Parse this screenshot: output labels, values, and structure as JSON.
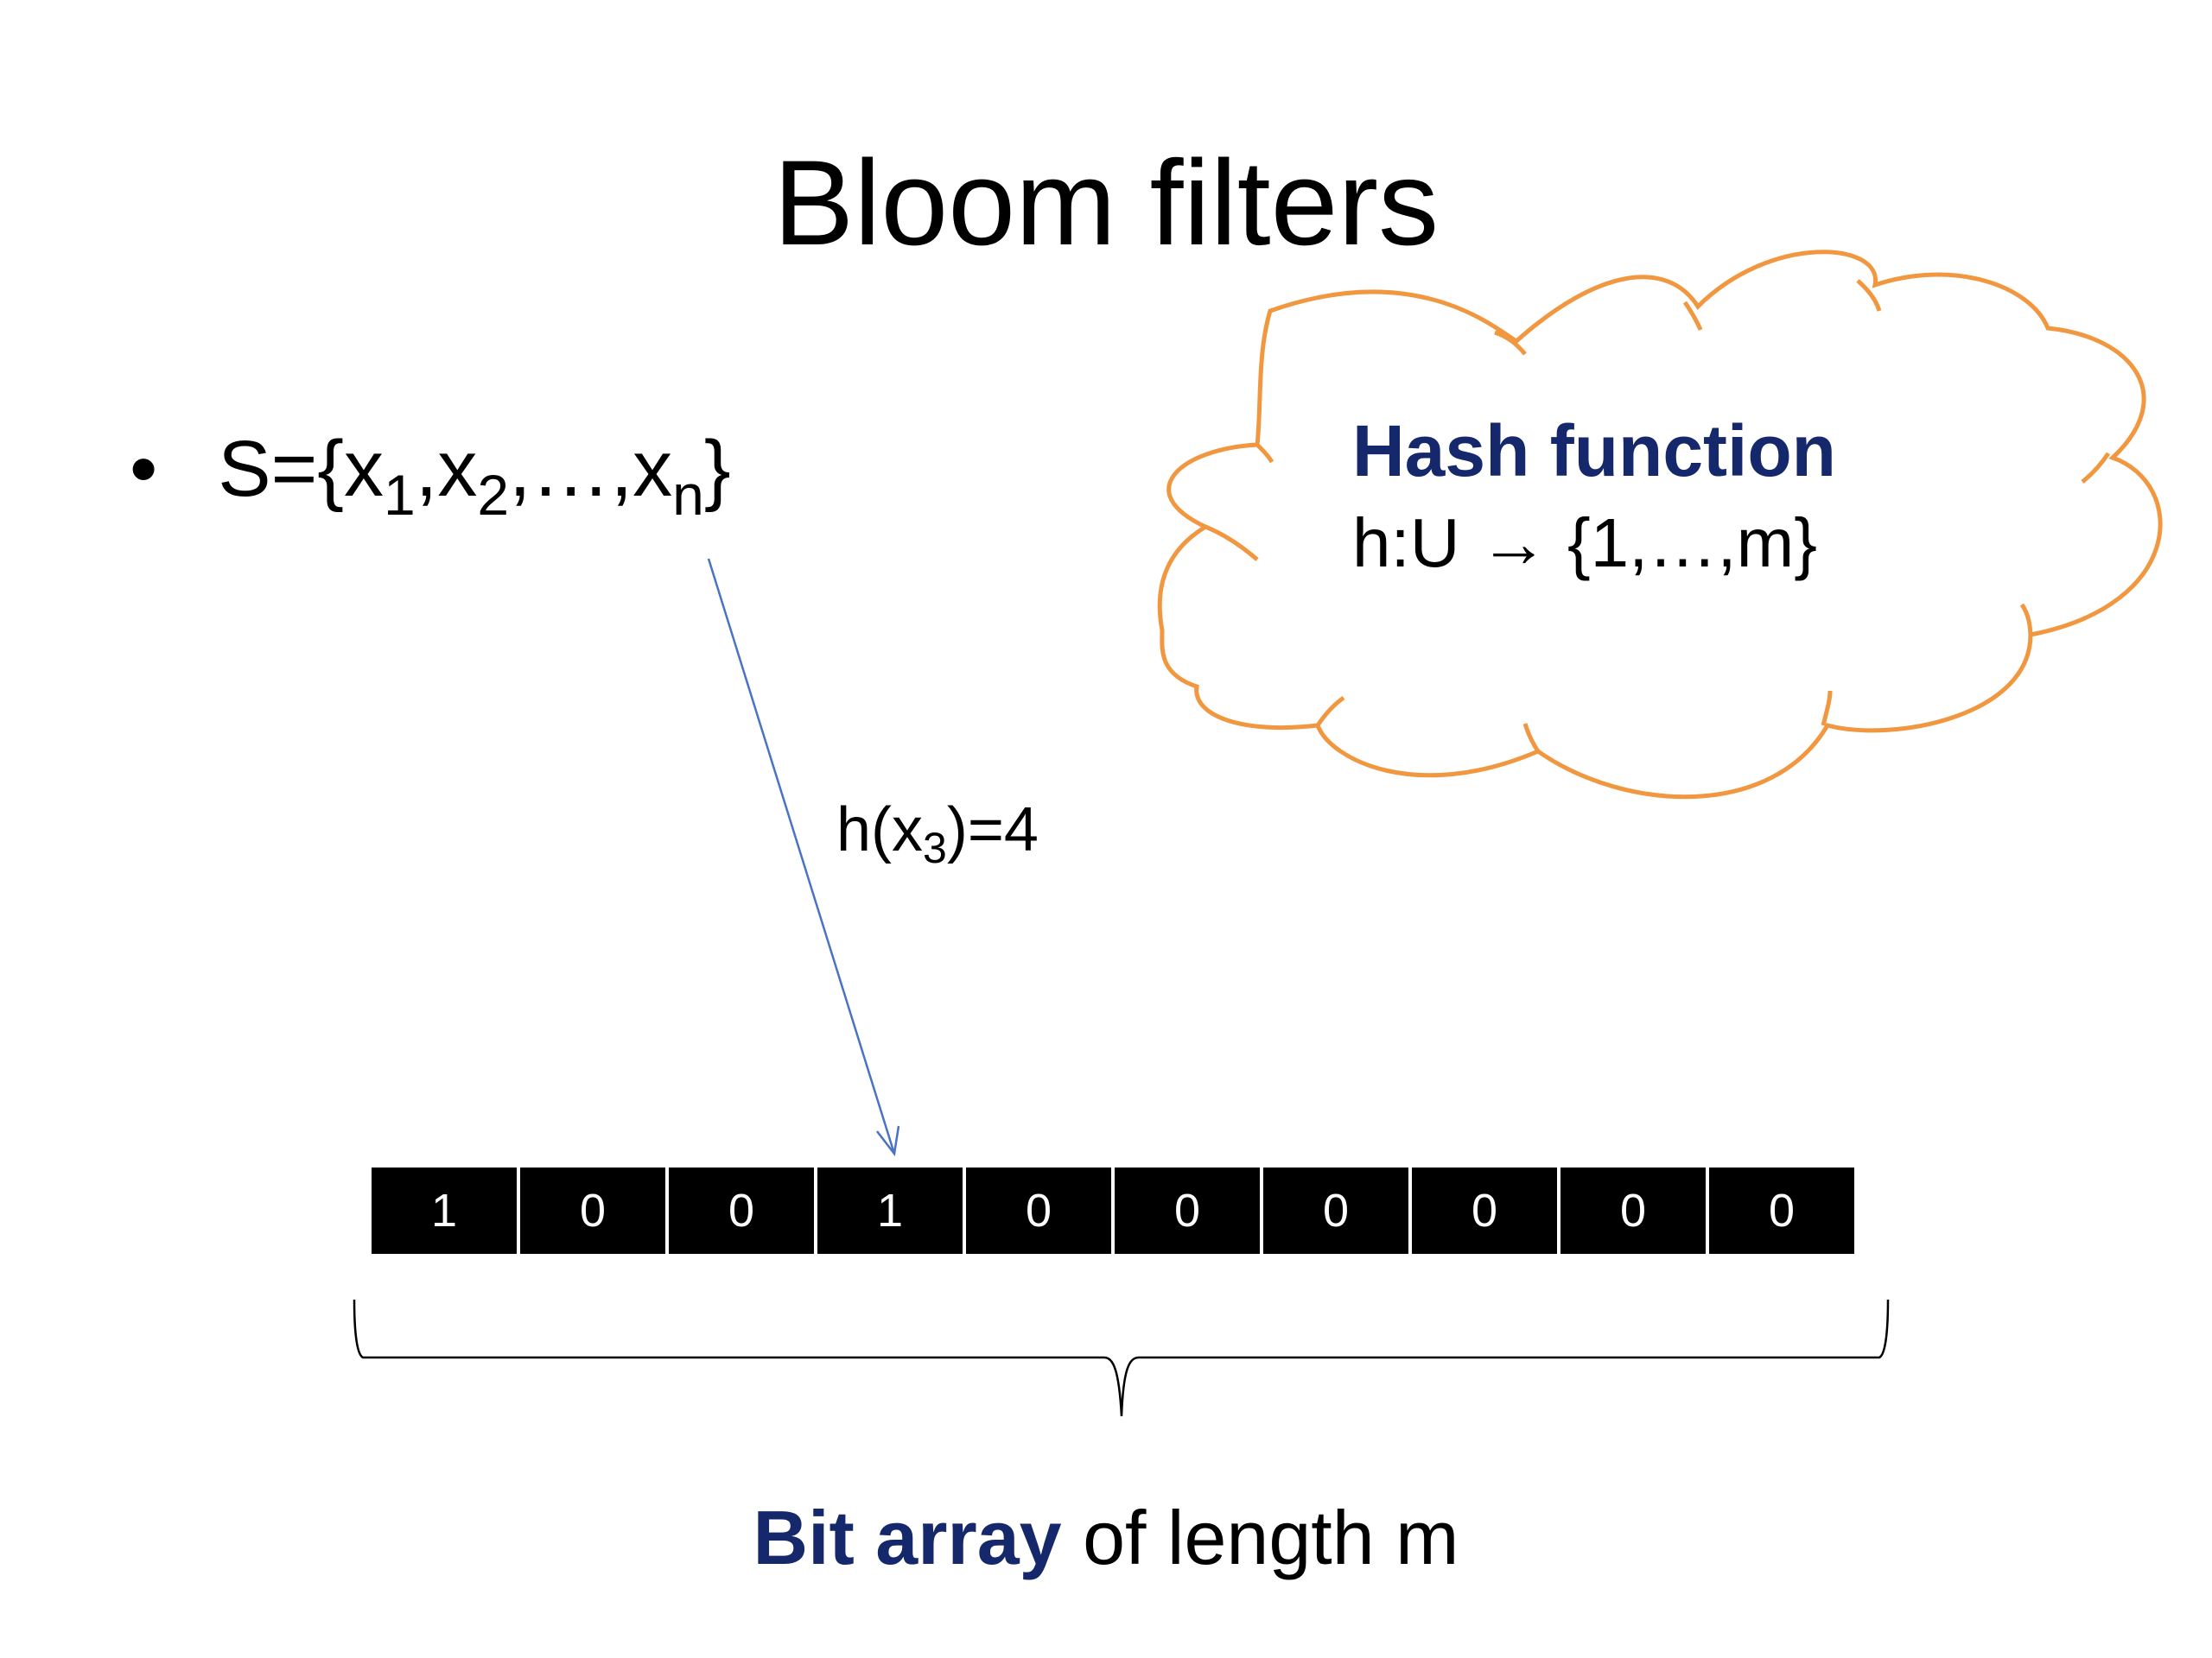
{
  "title": "Bloom filters",
  "set": {
    "bullet": "•",
    "prefix": "S={x",
    "sub1": "1",
    "sep1": ",x",
    "sub2": "2",
    "sep2": ",…,x",
    "subn": "n",
    "suffix": "}"
  },
  "cloud": {
    "title": "Hash function",
    "mapping_prefix": "h:U ",
    "mapping_arrow": "→",
    "mapping_suffix": " {1,…,m}",
    "outline_color": "#f0973f"
  },
  "hash_label": {
    "prefix": "h(x",
    "sub": "3",
    "suffix": ")=4"
  },
  "bit_array": {
    "values": [
      "1",
      "0",
      "0",
      "1",
      "0",
      "0",
      "0",
      "0",
      "0",
      "0"
    ]
  },
  "caption": {
    "emphasis": "Bit array",
    "rest": " of length m"
  },
  "colors": {
    "accent_text": "#14286b",
    "arrow": "#4a73c4",
    "cell_bg": "#000000",
    "cell_text": "#ffffff"
  }
}
